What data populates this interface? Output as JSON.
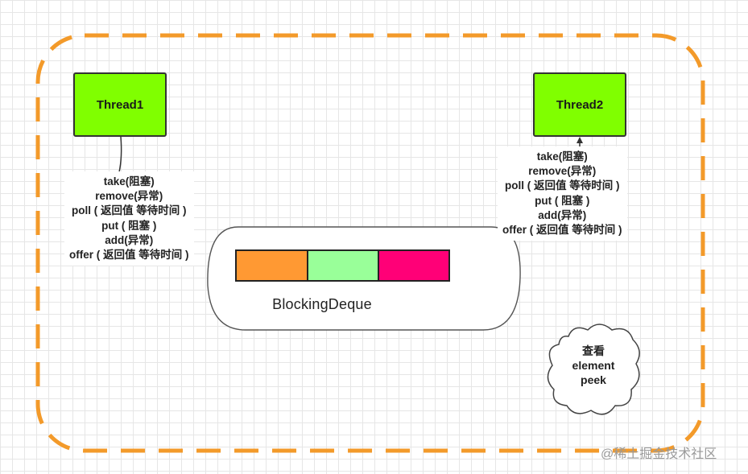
{
  "thread1": {
    "label": "Thread1",
    "methods": [
      "take(阻塞)",
      "remove(异常)",
      "poll ( 返回值 等待时间 )",
      "put ( 阻塞 )",
      "add(异常)",
      "offer ( 返回值 等待时间 )"
    ]
  },
  "thread2": {
    "label": "Thread2",
    "methods": [
      "take(阻塞)",
      "remove(异常)",
      "poll ( 返回值 等待时间 )",
      "put ( 阻塞 )",
      "add(异常)",
      "offer ( 返回值 等待时间 )"
    ]
  },
  "queue": {
    "label": "BlockingDeque",
    "cell_colors": [
      "#ff9933",
      "#99ff99",
      "#ff0077"
    ]
  },
  "peek_cloud": {
    "lines": [
      "查看",
      "element",
      "peek"
    ]
  },
  "watermark": "@稀土掘金技术社区",
  "colors": {
    "border_dash": "#f39a2a",
    "thread_fill": "#80ff00"
  }
}
